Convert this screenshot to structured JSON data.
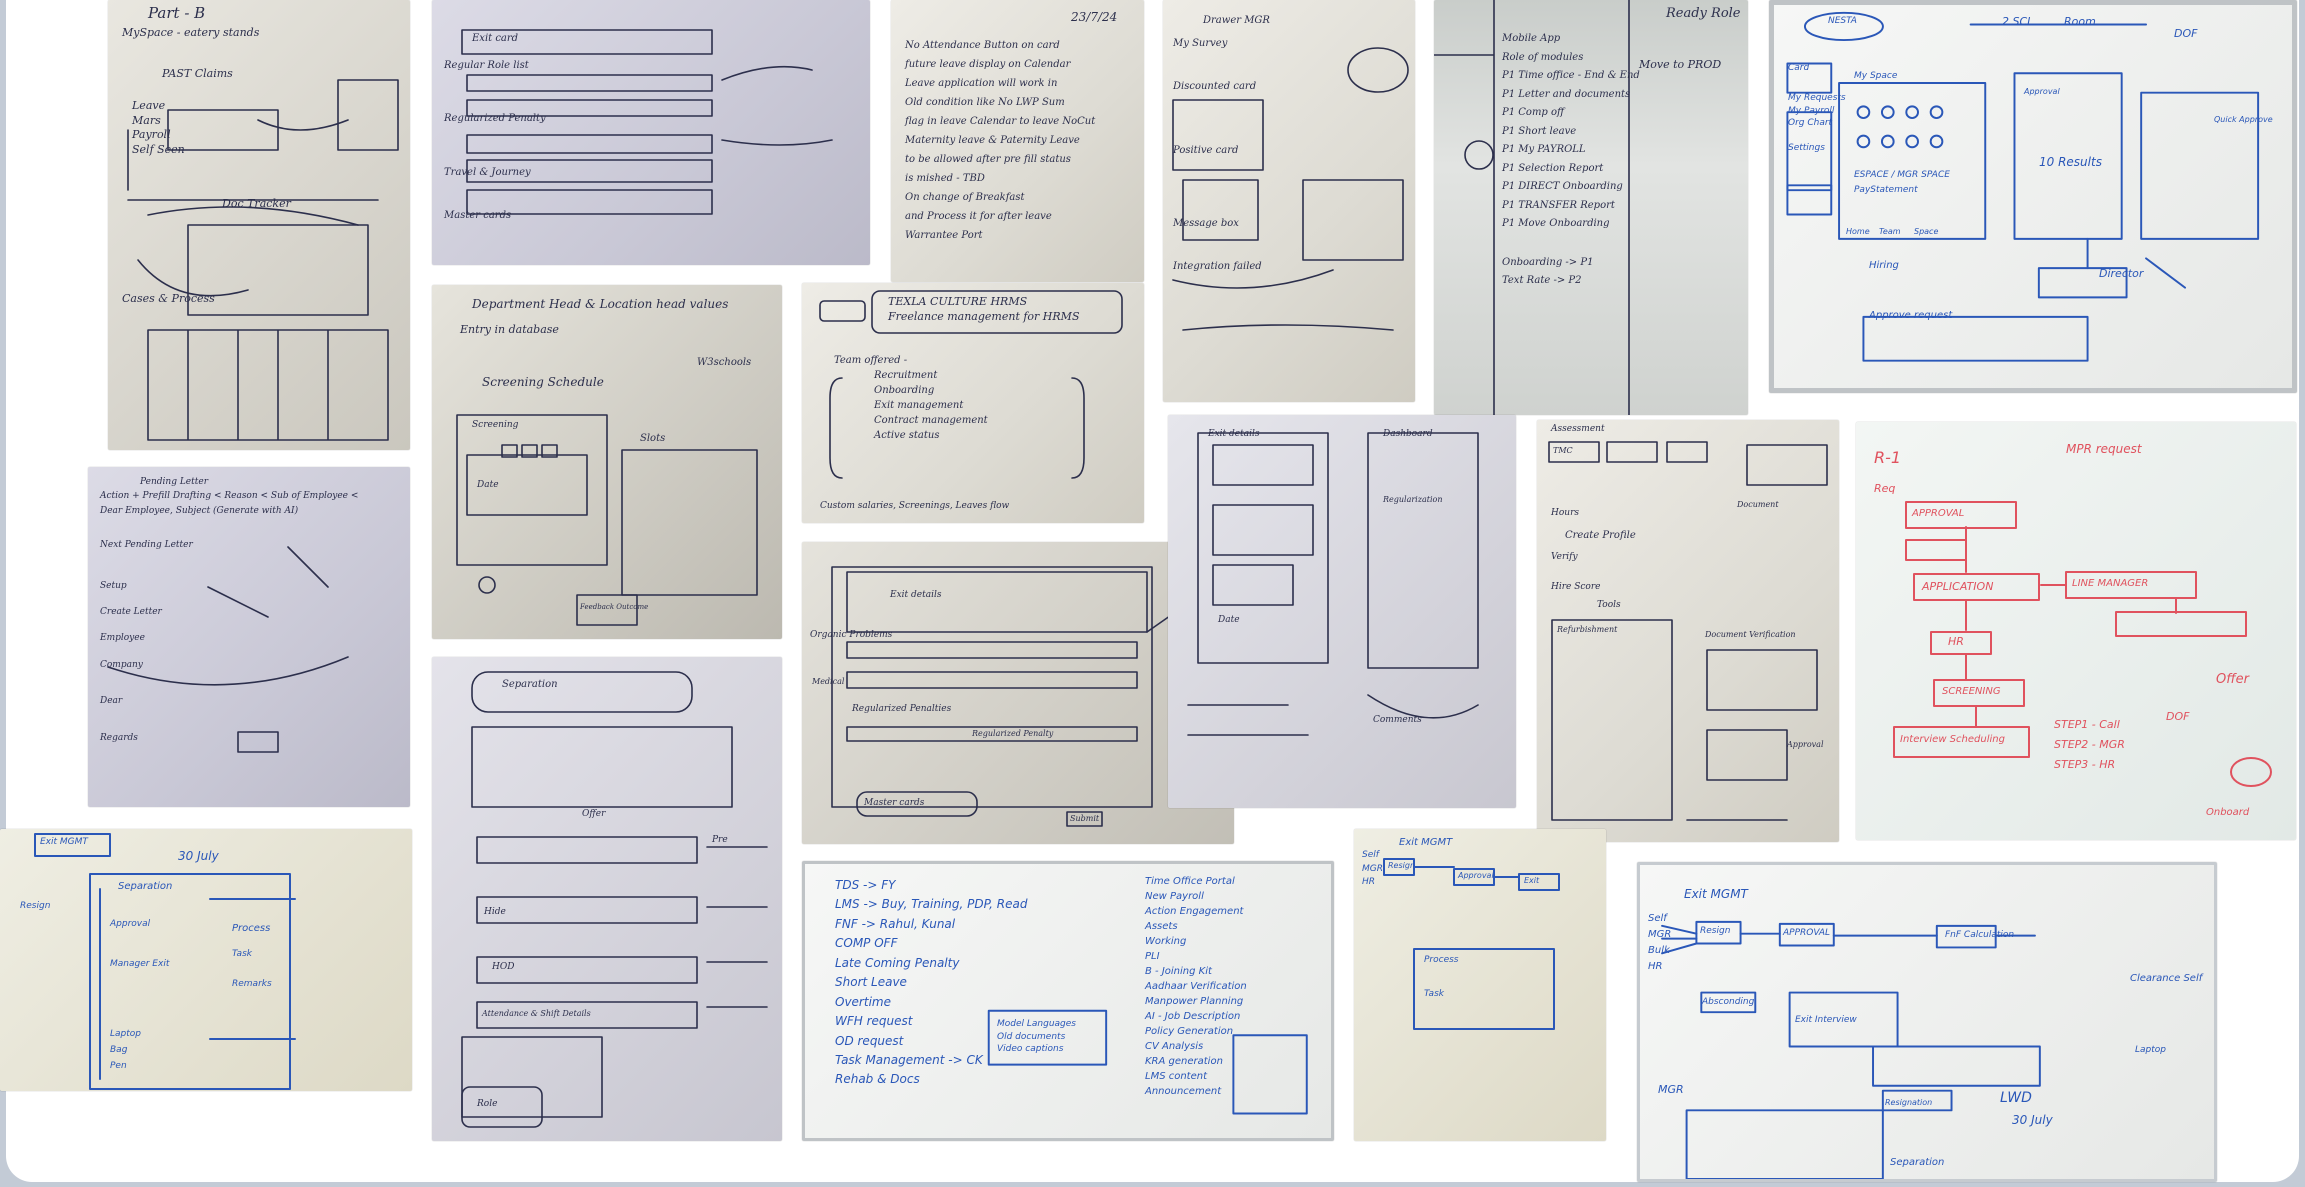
{
  "photos": {
    "p1": {
      "title": "Part - B",
      "lines": [
        "MySpace - eatery stands",
        "PAST Claims",
        "Leave",
        "Mars",
        "Payroll",
        "Self Seen",
        "Doc Tracker",
        "Cases & Process"
      ]
    },
    "p2": {
      "lines": [
        "Exit card",
        "Regular Role list",
        "Regularized Penalty",
        "Travel & Journey",
        "Master cards"
      ]
    },
    "p3": {
      "date": "23/7/24",
      "lines": [
        "No Attendance Button on card",
        "future leave display on Calendar",
        "Leave application will work in",
        "Old condition like No LWP Sum",
        "flag in leave Calendar to leave NoCut",
        "Maternity leave & Paternity Leave",
        "to be allowed after pre fill status",
        "is mished - TBD",
        "On change of Breakfast",
        "and Process it for after leave",
        "Warrantee Port"
      ]
    },
    "p4": {
      "lines": [
        "Drawer MGR",
        "My Survey",
        "Discounted card",
        "Positive card",
        "Message box",
        "Integration failed"
      ]
    },
    "p5": {
      "title": "Ready Role",
      "lines": [
        "Mobile App",
        "Role of modules",
        "P1 Time office - End & End",
        "P1 Letter and documents",
        "P1 Comp off",
        "P1 Short leave",
        "P1 My PAYROLL",
        "P1 Selection Report",
        "P1 DIRECT Onboarding",
        "P1 TRANSFER Report",
        "P1 Move Onboarding",
        "Onboarding -> P1",
        "Text Rate -> P2",
        "Move to PROD"
      ]
    },
    "p6": {
      "lines": [
        "NESTA",
        "2 SCL",
        "Room",
        "DOF",
        "Card",
        "My Space",
        "My Requests",
        "My Payroll",
        "Org Chart",
        "Settings",
        "ESPACE / MGR SPACE",
        "PayStatement",
        "10 Results",
        "Home",
        "Team",
        "Space",
        "Approval",
        "Quick Approve",
        "Hiring",
        "Director",
        "Approve request"
      ]
    },
    "p7": {
      "lines": [
        "Pending Letter",
        "Action + Prefill Drafting < Reason < Sub of Employee <",
        "Dear Employee, Subject (Generate with AI)",
        "Next Pending Letter",
        "Setup",
        "Create Letter",
        "Employee",
        "Company",
        "Dear",
        "Regards"
      ]
    },
    "p8": {
      "title": "Department Head & Location head values",
      "lines": [
        "Entry in database",
        "Screening Schedule",
        "Screening",
        "Date",
        "Slots",
        "W3schools",
        "Feedback Outcome"
      ]
    },
    "p9": {
      "lines": [
        "TEXLA CULTURE HRMS",
        "Freelance management for HRMS",
        "Team offered -",
        "Recruitment",
        "Onboarding",
        "Exit management",
        "Contract management",
        "Active status",
        "Custom salaries, Screenings, Leaves flow"
      ]
    },
    "p10": {
      "lines": [
        "Exit details",
        "Organic Problems",
        "Medical",
        "Regularized Penalties",
        "Regularized Penalty",
        "Master cards",
        "Submit"
      ]
    },
    "p11": {
      "lines": [
        "Exit details",
        "Dashboard",
        "Regularization",
        "Comments",
        "Date"
      ]
    },
    "p12": {
      "lines": [
        "Assessment",
        "TMC",
        "Document",
        "Hours",
        "Create Profile",
        "Verify",
        "Hire Score",
        "Tools",
        "Refurbishment",
        "Document Verification",
        "Approval"
      ]
    },
    "p13": {
      "lines": [
        "R-1",
        "MPR request",
        "Req",
        "APPROVAL",
        "APPLICATION",
        "LINE MANAGER",
        "HR",
        "SCREENING",
        "Interview Scheduling",
        "STEP1 - Call",
        "STEP2 - MGR",
        "STEP3 - HR",
        "Offer",
        "DOF",
        "Onboard"
      ]
    },
    "p14": {
      "date": "30 July",
      "lines": [
        "Separation",
        "Exit MGMT",
        "Resign",
        "Approval",
        "Manager Exit",
        "Process",
        "Task",
        "Remarks",
        "Laptop",
        "Bag",
        "Pen"
      ]
    },
    "p15": {
      "lines": [
        "Separation",
        "Hide",
        "HOD",
        "Pre",
        "Offer",
        "Attendance & Shift Details",
        "Role"
      ]
    },
    "p16": {
      "left": [
        "TDS -> FY",
        "LMS -> Buy, Training, PDP, Read",
        "FNF -> Rahul, Kunal",
        "COMP OFF",
        "Late Coming Penalty",
        "Short Leave",
        "Overtime",
        "WFH request",
        "OD request",
        "Task Management -> CK",
        "Rehab & Docs"
      ],
      "right": [
        "Time Office Portal",
        "New Payroll",
        "Action Engagement",
        "Assets",
        "Working",
        "PLI",
        "B - Joining Kit",
        "Aadhaar Verification",
        "Manpower Planning",
        "AI - Job Description",
        "Policy Generation",
        "CV Analysis",
        "KRA generation",
        "LMS content",
        "Announcement"
      ],
      "box": [
        "Model Languages",
        "Old documents",
        "Video captions"
      ]
    },
    "p17": {
      "title": "Exit MGMT",
      "lines": [
        "Self",
        "MGR",
        "HR",
        "Resign",
        "Approval",
        "Exit",
        "Process",
        "Task"
      ]
    },
    "p18": {
      "title": "Exit MGMT",
      "date": "30 July",
      "lines": [
        "Self",
        "MGR",
        "Bulk",
        "HR",
        "Resign",
        "APPROVAL",
        "Exit Interview",
        "FnF Calculation",
        "Absconding",
        "Clearance Self",
        "Laptop",
        "Separation",
        "LWD",
        "Resignation",
        "MGR"
      ]
    }
  }
}
